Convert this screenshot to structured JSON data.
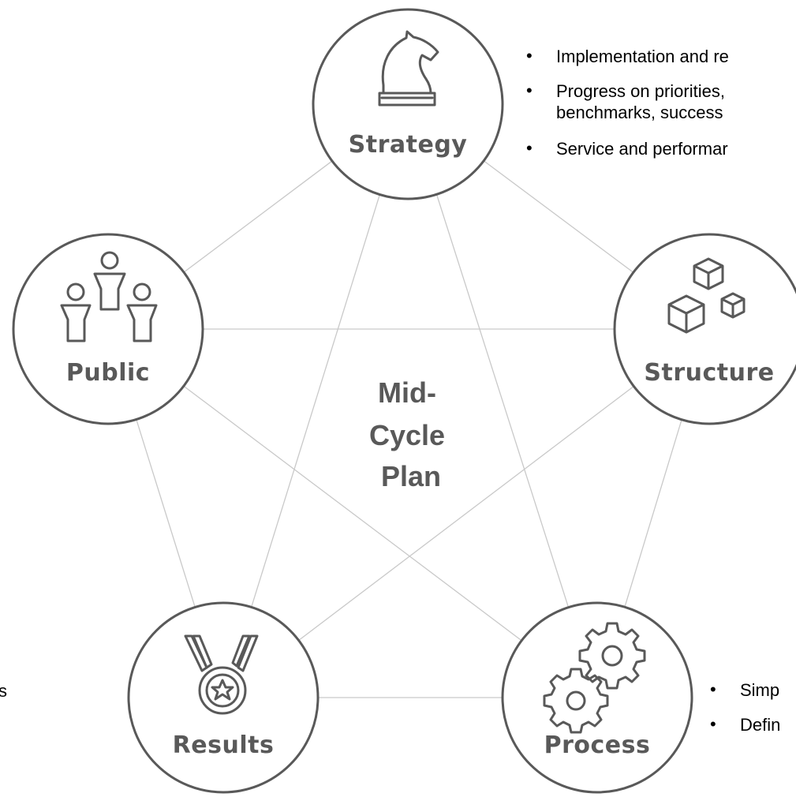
{
  "diagram": {
    "center_label_lines": [
      "Mid-",
      "Cycle",
      "Plan"
    ],
    "nodes": [
      {
        "id": "strategy",
        "label": "Strategy",
        "icon": "chess-knight-icon"
      },
      {
        "id": "structure",
        "label": "Structure",
        "icon": "cubes-icon"
      },
      {
        "id": "process",
        "label": "Process",
        "icon": "gears-icon"
      },
      {
        "id": "results",
        "label": "Results",
        "icon": "medal-icon"
      },
      {
        "id": "public",
        "label": "Public",
        "icon": "people-icon"
      }
    ],
    "colors": {
      "stroke": "#595959",
      "connector": "#c9c9c9",
      "text": "#595959"
    }
  },
  "strategy_bullets": [
    "Implementation and re",
    "Progress on priorities,",
    "benchmarks, success",
    "Service and performar"
  ],
  "process_bullets": [
    "Simp",
    "Defin"
  ],
  "results_fragment": "s"
}
